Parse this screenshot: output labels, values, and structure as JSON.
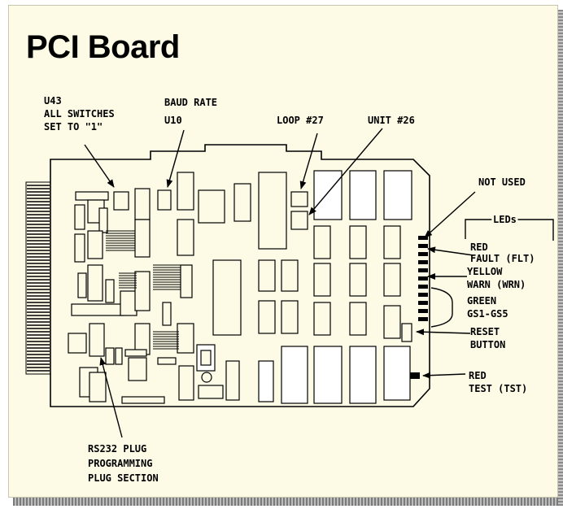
{
  "title": "PCI Board",
  "labels": {
    "u43": [
      "U43",
      "ALL SWITCHES",
      "SET TO \"1\""
    ],
    "baud_rate": [
      "BAUD RATE",
      "U10"
    ],
    "loop": "LOOP #27",
    "unit": "UNIT #26",
    "not_used": "NOT USED",
    "leds": "LEDs",
    "red_fault": [
      "RED",
      "FAULT (FLT)"
    ],
    "yellow_warn": [
      "YELLOW",
      "WARN (WRN)"
    ],
    "green": [
      "GREEN",
      "GS1-GS5"
    ],
    "reset": [
      "RESET",
      "BUTTON"
    ],
    "red_test": [
      "RED",
      "TEST (TST)"
    ],
    "rs232": [
      "RS232 PLUG",
      "PROGRAMMING",
      "PLUG SECTION"
    ]
  },
  "colors": {
    "background": "#fdfbe6",
    "ink": "#000000"
  }
}
